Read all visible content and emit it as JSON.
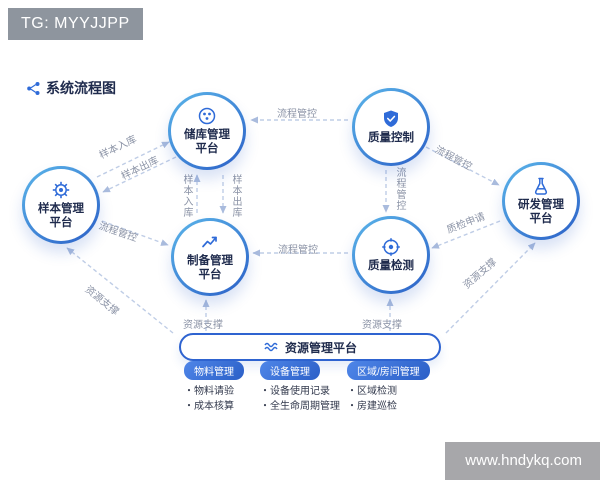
{
  "badges": {
    "top_left": "TG: MYYJJPP",
    "bottom_right": "www.hndykq.com"
  },
  "title": "系统流程图",
  "nodes": {
    "storage": {
      "lines": [
        "储库管理",
        "平台"
      ]
    },
    "quality_control": {
      "lines": [
        "质量控制"
      ]
    },
    "sample": {
      "lines": [
        "样本管理",
        "平台"
      ]
    },
    "rnd": {
      "lines": [
        "研发管理",
        "平台"
      ]
    },
    "preparation": {
      "lines": [
        "制备管理",
        "平台"
      ]
    },
    "quality_test": {
      "lines": [
        "质量检测"
      ]
    }
  },
  "icons": {
    "title": "flowchart-icon",
    "storage": "molecule-icon",
    "quality_control": "shield-check-icon",
    "sample": "gear-icon",
    "rnd": "flask-icon",
    "preparation": "line-chart-icon",
    "quality_test": "target-icon",
    "resource": "wave-icon"
  },
  "edge_labels": {
    "qc_to_storage": "流程管控",
    "sample_in_diagonal": "样本入库",
    "sample_out_diagonal": "样本出库",
    "sample_in_vertical": "样本入库",
    "sample_out_vertical": "样本出库",
    "sample_to_preparation": "流程管控",
    "qt_to_preparation": "流程管控",
    "qc_to_qt": "流程管控",
    "qc_to_rnd": "流程管控",
    "rnd_to_qt": "质检申请",
    "resource_to_sample": "资源支撑",
    "resource_to_preparation": "资源支撑",
    "resource_to_qt": "资源支撑",
    "resource_to_rnd": "资源支撑"
  },
  "resource": {
    "title": "资源管理平台",
    "groups": [
      {
        "header": "物料管理",
        "items": [
          "・物料请验",
          "・成本核算"
        ]
      },
      {
        "header": "设备管理",
        "items": [
          "・设备使用记录",
          "・全生命周期管理"
        ]
      },
      {
        "header": "区域/房间管理",
        "items": [
          "・区域检测",
          "・房建巡检"
        ]
      }
    ]
  },
  "colors": {
    "accent_blue": "#2b5fc7",
    "icon_blue": "#2f6bd8",
    "ring_gradient_start": "#5bb6ea",
    "ring_gradient_end": "#2b5fc7",
    "dash_line": "#bfcde6",
    "edge_label_gray": "#8b93a6",
    "node_text": "#1f2b4d",
    "badge_gray": "#8e959e"
  }
}
